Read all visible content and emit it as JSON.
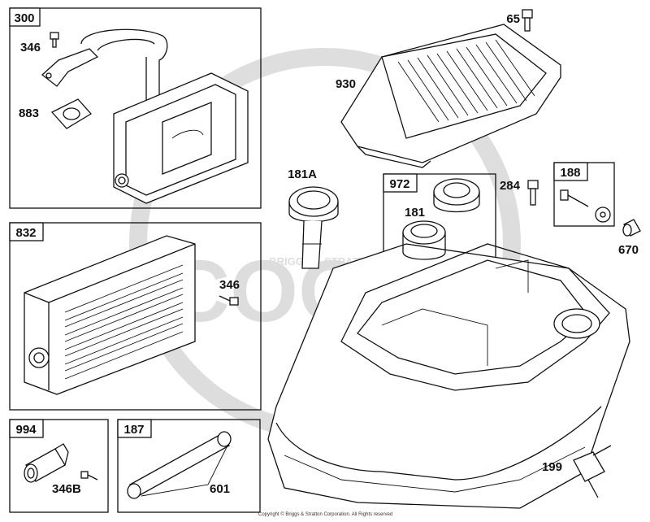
{
  "watermark": {
    "text": "SCOOTER",
    "subtext": "BRIGGS & STRATTON"
  },
  "boxes": {
    "box_300": "300",
    "box_832": "832",
    "box_994": "994",
    "box_187": "187",
    "box_972": "972",
    "box_188": "188"
  },
  "callouts": {
    "c346_top": "346",
    "c883": "883",
    "c65": "65",
    "c930": "930",
    "c181A": "181A",
    "c284": "284",
    "c181": "181",
    "c670": "670",
    "c346_mid": "346",
    "c199": "199",
    "c346B": "346B",
    "c601": "601"
  },
  "copyright": "Copyright © Briggs & Stratton Corporation. All Rights reserved"
}
